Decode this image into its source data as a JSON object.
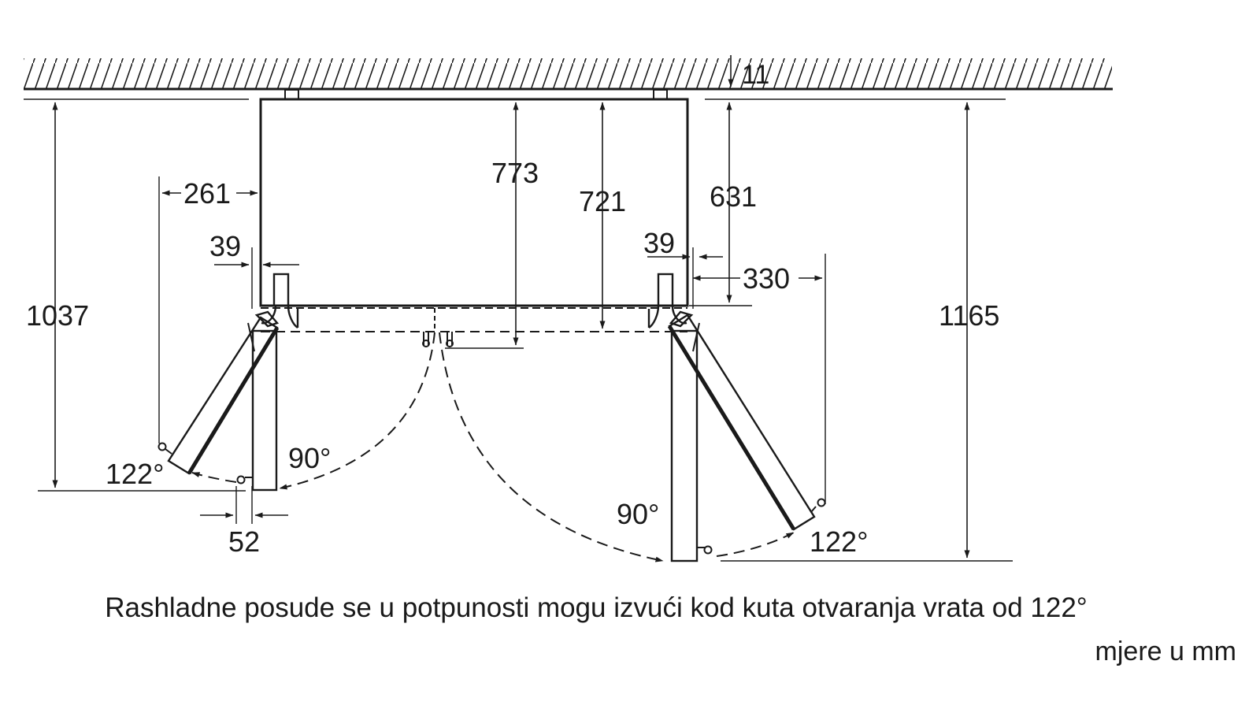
{
  "dimensions": {
    "wall_gap": "11",
    "left_depth_open": "1037",
    "right_depth_open": "1165",
    "clearance_left": "261",
    "hinge_left": "39",
    "hinge_right": "39",
    "body_depth_a": "773",
    "body_depth_b": "721",
    "body_depth_c": "631",
    "clearance_right": "330",
    "door_offset": "52"
  },
  "angles": {
    "left_122": "122°",
    "left_90": "90°",
    "right_90": "90°",
    "right_122": "122°"
  },
  "caption": "Rashladne posude se u potpunosti mogu izvući kod kuta otvaranja vrata od 122°",
  "units_note": "mjere u mm",
  "colors": {
    "line": "#1a1a1a",
    "background": "#ffffff"
  }
}
